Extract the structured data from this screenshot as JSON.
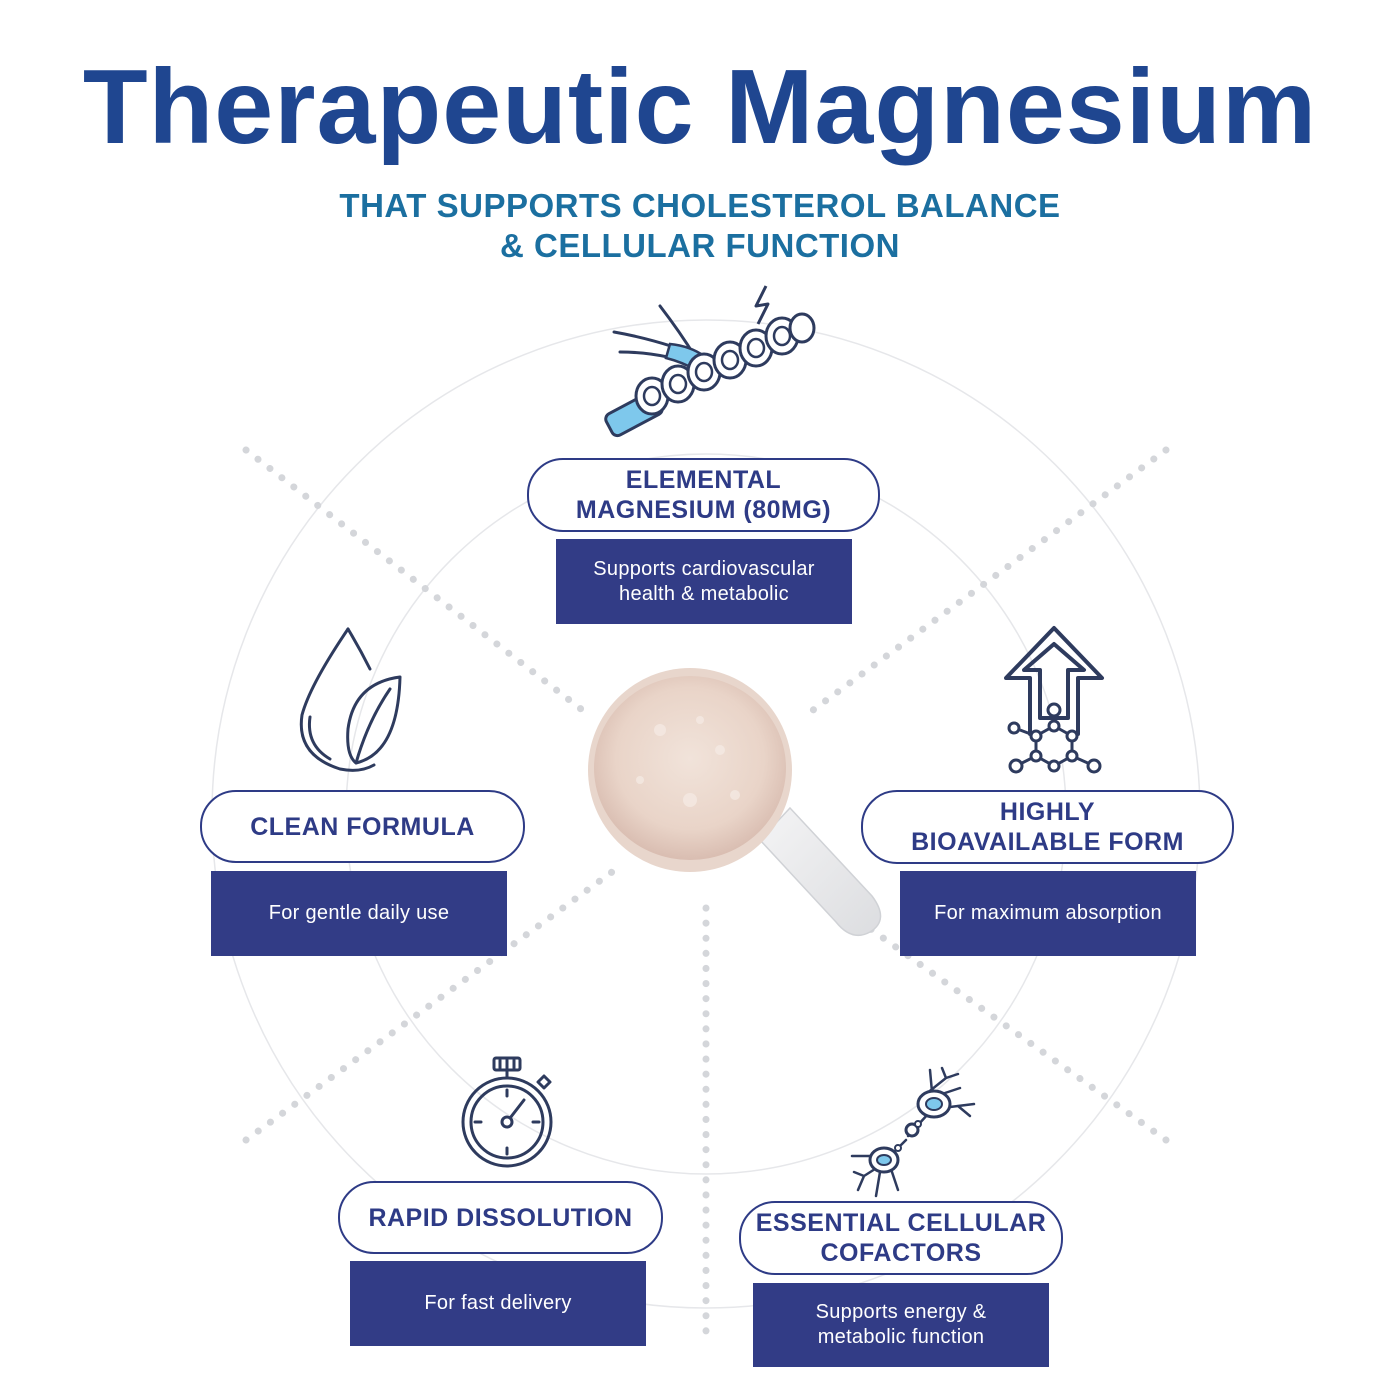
{
  "header": {
    "title": "Therapeutic Magnesium",
    "subtitle_line1": "THAT SUPPORTS CHOLESTEROL BALANCE",
    "subtitle_line2": "& CELLULAR FUNCTION"
  },
  "features": {
    "elemental": {
      "title_line1": "ELEMENTAL",
      "title_line2": "MAGNESIUM (80MG)",
      "desc_line1": "Supports cardiovascular",
      "desc_line2": "health & metabolic",
      "icon": "nerve-fiber-icon"
    },
    "clean": {
      "title": "CLEAN FORMULA",
      "desc": "For gentle daily use",
      "icon": "drop-leaf-icon"
    },
    "bioavailable": {
      "title_line1": "HIGHLY",
      "title_line2": "BIOAVAILABLE FORM",
      "desc": "For maximum absorption",
      "icon": "arrow-molecule-icon"
    },
    "rapid": {
      "title": "RAPID DISSOLUTION",
      "desc": "For fast delivery",
      "icon": "stopwatch-icon"
    },
    "cofactors": {
      "title_line1": "ESSENTIAL CELLULAR",
      "title_line2": "COFACTORS",
      "desc_line1": "Supports energy &",
      "desc_line2": "metabolic function",
      "icon": "neuron-icon"
    }
  },
  "center_image": "powder-scoop-image",
  "colors": {
    "title": "#1f4690",
    "subtitle": "#1b6fa0",
    "accent": "#323c86",
    "pill_border": "#2e3b86",
    "icon_blue": "#7ec8ec"
  }
}
